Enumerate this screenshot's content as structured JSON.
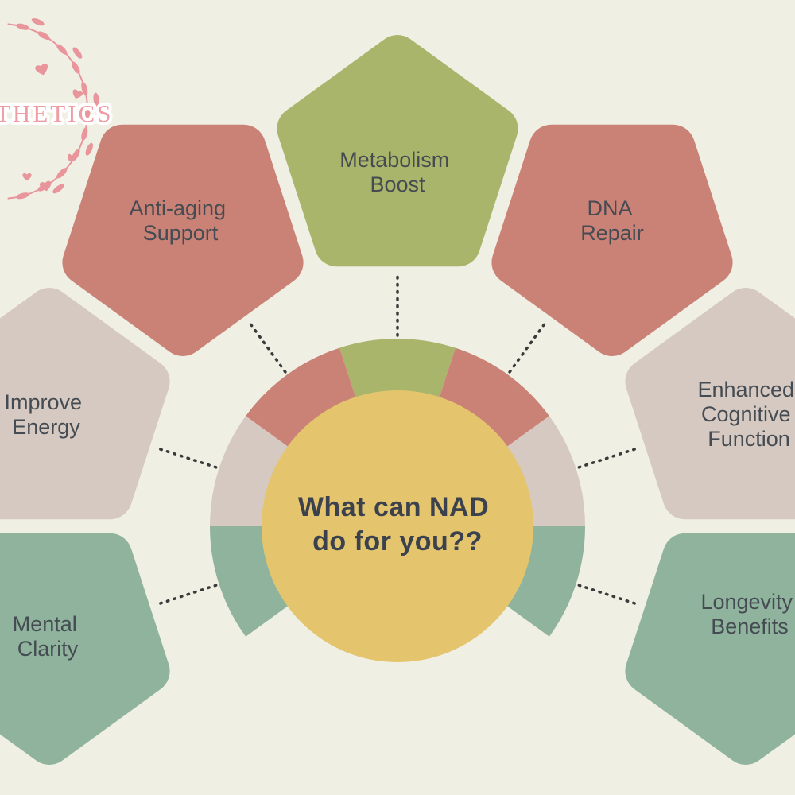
{
  "diagram": {
    "center": {
      "title_lines": [
        "What can NAD",
        "do for you??"
      ]
    },
    "logo": {
      "text": "THETICS",
      "heart_icon": "heart",
      "wreath_icon": "floral-wreath"
    },
    "nodes": [
      {
        "id": "metabolism-boost",
        "label_lines": [
          "Metabolism",
          "Boost"
        ],
        "color": "#a9b56b"
      },
      {
        "id": "anti-aging-support",
        "label_lines": [
          "Anti-aging",
          "Support"
        ],
        "color": "#cb8276"
      },
      {
        "id": "dna-repair",
        "label_lines": [
          "DNA",
          "Repair"
        ],
        "color": "#cb8276"
      },
      {
        "id": "improve-energy",
        "label_lines": [
          "Improve",
          "Energy"
        ],
        "color": "#d5c9c1"
      },
      {
        "id": "enhanced-cognitive-function",
        "label_lines": [
          "Enhanced",
          "Cognitive",
          "Function"
        ],
        "color": "#d5c9c1"
      },
      {
        "id": "mental-clarity",
        "label_lines": [
          "Mental",
          "Clarity"
        ],
        "color": "#8fb39c"
      },
      {
        "id": "longevity-benefits",
        "label_lines": [
          "Longevity",
          "Benefits"
        ],
        "color": "#8fb39c"
      }
    ],
    "colors": {
      "background": "#f0efe4",
      "center_circle": "#e4c56e",
      "title_text": "#3b424d",
      "label_text": "#454b52",
      "connector": "#3a3a3a",
      "logo_pink": "#ee9da4",
      "wreath_pink": "#e8959c"
    }
  }
}
